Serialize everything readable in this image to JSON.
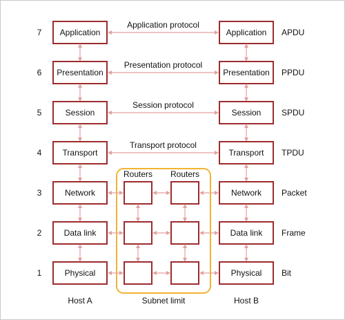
{
  "colors": {
    "box_border": "#9c2b2e",
    "arrow": "#e2a19f",
    "subnet_border": "#f2b233",
    "text": "#111111",
    "background": "#ffffff"
  },
  "layers": [
    {
      "number": "7",
      "host_a": "Application",
      "protocol": "Application protocol",
      "host_b": "Application",
      "unit": "APDU"
    },
    {
      "number": "6",
      "host_a": "Presentation",
      "protocol": "Presentation protocol",
      "host_b": "Presentation",
      "unit": "PPDU"
    },
    {
      "number": "5",
      "host_a": "Session",
      "protocol": "Session protocol",
      "host_b": "Session",
      "unit": "SPDU"
    },
    {
      "number": "4",
      "host_a": "Transport",
      "protocol": "Transport protocol",
      "host_b": "Transport",
      "unit": "TPDU"
    },
    {
      "number": "3",
      "host_a": "Network",
      "protocol": "",
      "host_b": "Network",
      "unit": "Packet"
    },
    {
      "number": "2",
      "host_a": "Data link",
      "protocol": "",
      "host_b": "Data link",
      "unit": "Frame"
    },
    {
      "number": "1",
      "host_a": "Physical",
      "protocol": "",
      "host_b": "Physical",
      "unit": "Bit"
    }
  ],
  "routers": {
    "left_label": "Routers",
    "right_label": "Routers"
  },
  "footer": {
    "host_a": "Host A",
    "subnet": "Subnet limit",
    "host_b": "Host B"
  }
}
